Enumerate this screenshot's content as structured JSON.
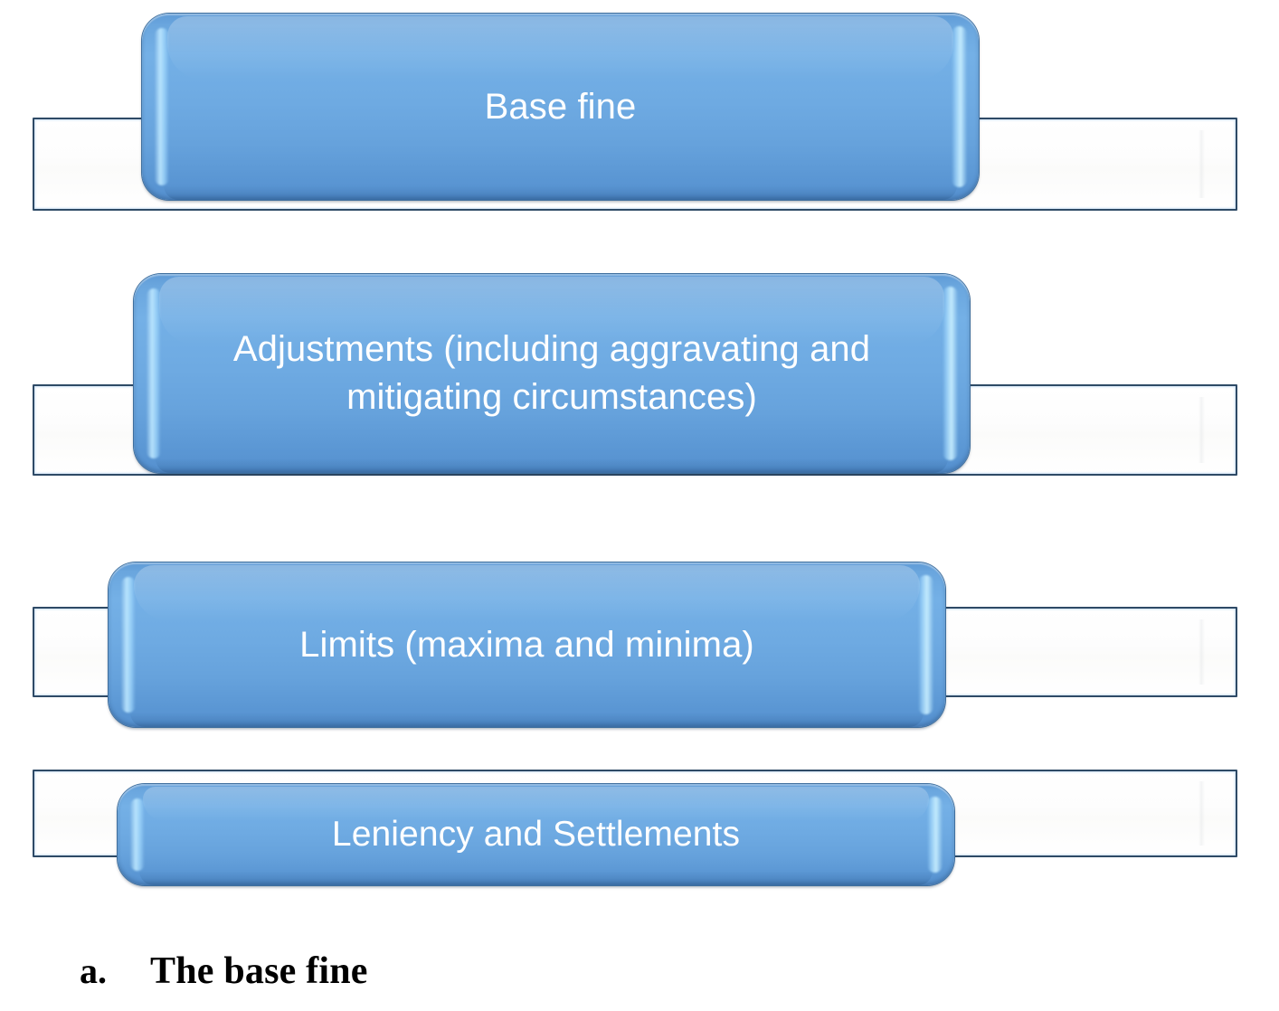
{
  "diagram": {
    "type": "vertical-process",
    "accent_color": "#6aa6de",
    "node_border_color": "#3f6f9e",
    "bar_border_color": "#2e4a66",
    "node_text_color": "#ffffff",
    "background_color": "#ffffff",
    "steps": [
      {
        "id": "base-fine",
        "label": "Base fine"
      },
      {
        "id": "adjustments",
        "label": "Adjustments (including aggravating and\nmitigating circumstances)"
      },
      {
        "id": "limits",
        "label": "Limits (maxima and minima)"
      },
      {
        "id": "leniency",
        "label": "Leniency and Settlements"
      }
    ]
  },
  "caption": {
    "marker": "a.",
    "text": "The base fine"
  }
}
